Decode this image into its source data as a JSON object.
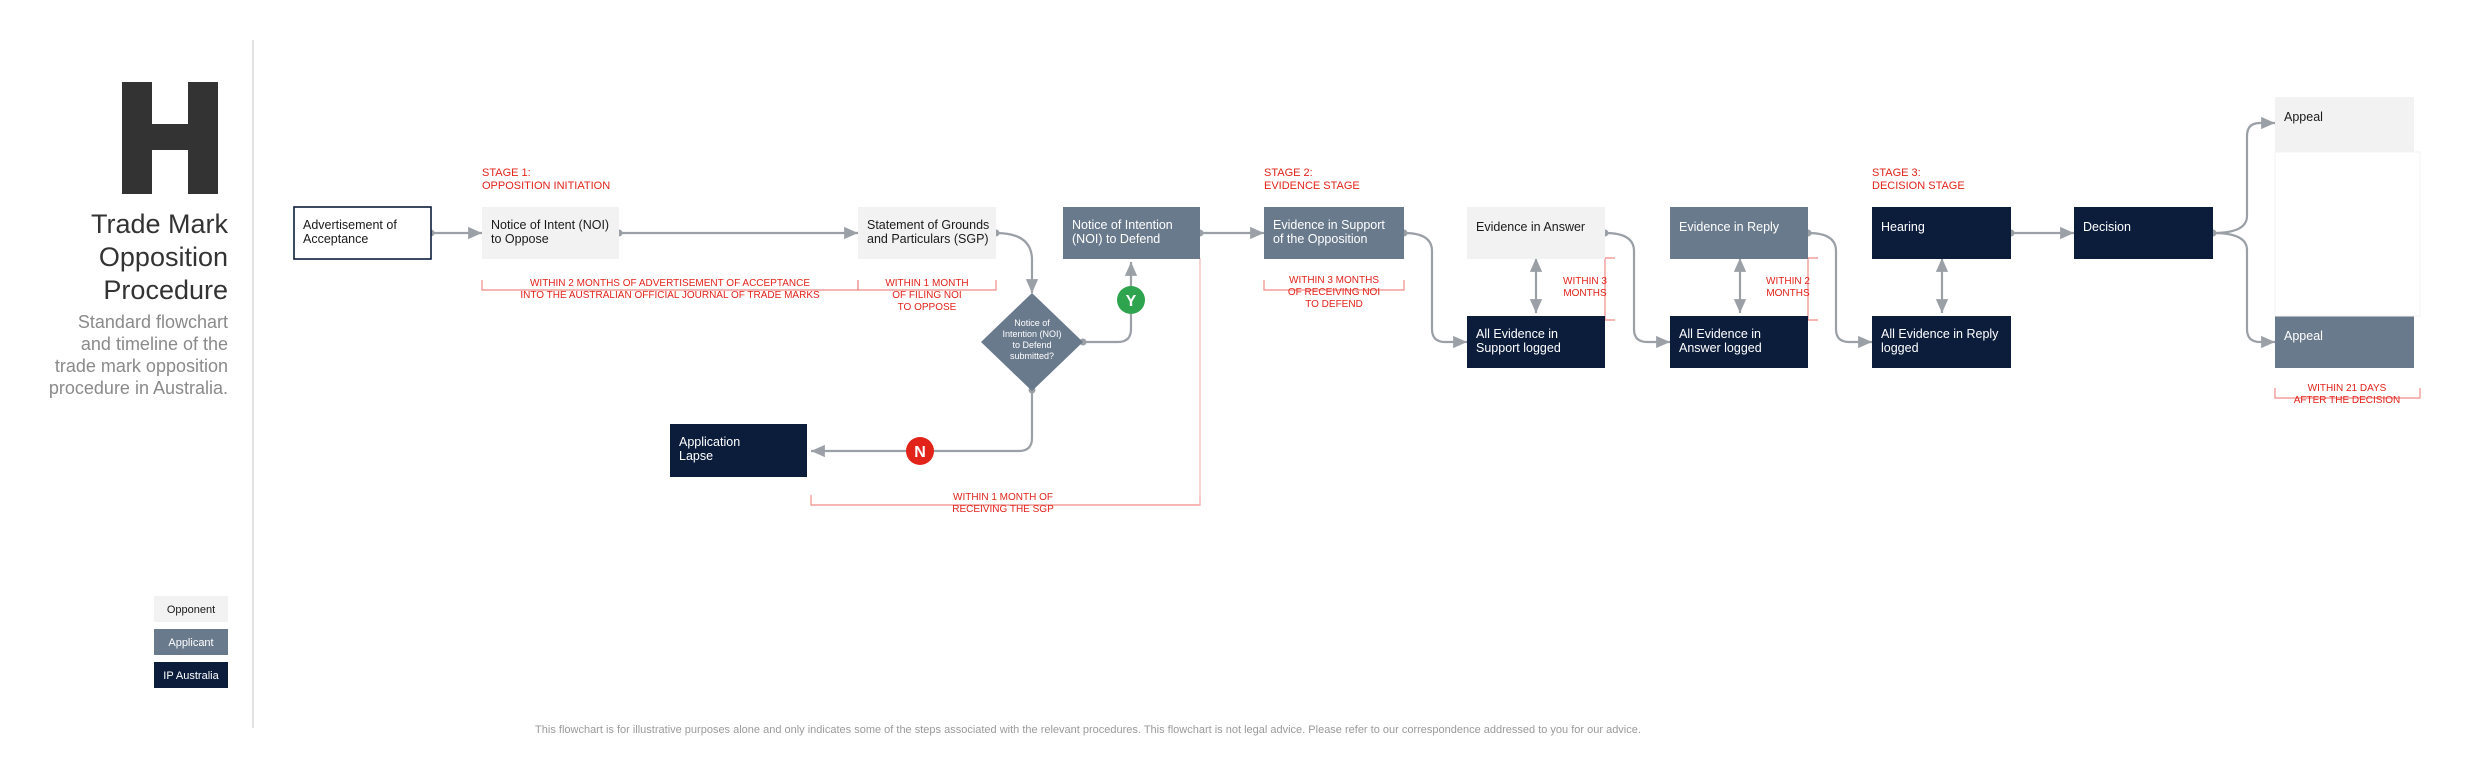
{
  "sidebar": {
    "letter": "H",
    "title_lines": [
      "Trade Mark",
      "Opposition",
      "Procedure"
    ],
    "subtitle_lines": [
      "Standard flowchart",
      "and timeline of the",
      "trade mark opposition",
      "procedure in Australia."
    ]
  },
  "legend": [
    {
      "label": "Opponent",
      "color": "#f2f2f2",
      "text_color": "#1a1a1a"
    },
    {
      "label": "Applicant",
      "color": "#6a7a8d",
      "text_color": "#ffffff"
    },
    {
      "label": "IP Australia",
      "color": "#0c1d3c",
      "text_color": "#ffffff"
    }
  ],
  "stages": [
    {
      "lines": [
        "STAGE 1:",
        "OPPOSITION INITIATION"
      ]
    },
    {
      "lines": [
        "STAGE 2:",
        "EVIDENCE STAGE"
      ]
    },
    {
      "lines": [
        "STAGE 3:",
        "DECISION STAGE"
      ]
    }
  ],
  "nodes": {
    "advertisement": {
      "lines": [
        "Advertisement of",
        "Acceptance"
      ]
    },
    "noi_oppose": {
      "lines": [
        "Notice of Intent (NOI)",
        "to Oppose"
      ]
    },
    "sgp": {
      "lines": [
        "Statement of Grounds",
        "and Particulars (SGP)"
      ]
    },
    "noi_defend": {
      "lines": [
        "Notice of Intention",
        "(NOI) to Defend"
      ]
    },
    "decision_diamond": {
      "lines": [
        "Notice of",
        "Intention (NOI)",
        "to Defend",
        "submitted?"
      ]
    },
    "lapse": {
      "lines": [
        "Application",
        "Lapse"
      ]
    },
    "evidence_support": {
      "lines": [
        "Evidence in Support",
        "of the Opposition"
      ]
    },
    "support_logged": {
      "lines": [
        "All Evidence in",
        "Support logged"
      ]
    },
    "evidence_answer": {
      "lines": [
        "Evidence in Answer"
      ]
    },
    "answer_logged": {
      "lines": [
        "All Evidence in",
        "Answer logged"
      ]
    },
    "evidence_reply": {
      "lines": [
        "Evidence in Reply"
      ]
    },
    "reply_logged": {
      "lines": [
        "All Evidence in Reply",
        "logged"
      ]
    },
    "hearing": {
      "lines": [
        "Hearing"
      ]
    },
    "decision": {
      "lines": [
        "Decision"
      ]
    },
    "appeal_opponent": {
      "lines": [
        "Appeal"
      ]
    },
    "appeal_applicant": {
      "lines": [
        "Appeal"
      ]
    }
  },
  "branches": {
    "yes": "Y",
    "no": "N"
  },
  "timelines": {
    "t1": {
      "lines": [
        "WITHIN 2 MONTHS OF ADVERTISEMENT OF ACCEPTANCE",
        "INTO THE AUSTRALIAN OFFICIAL JOURNAL OF TRADE MARKS"
      ]
    },
    "t2": {
      "lines": [
        "WITHIN 1 MONTH",
        "OF FILING NOI",
        "TO OPPOSE"
      ]
    },
    "t3": {
      "lines": [
        "WITHIN 1 MONTH OF",
        "RECEIVING THE SGP"
      ]
    },
    "t4": {
      "lines": [
        "WITHIN 3 MONTHS",
        "OF RECEIVING NOI",
        "TO DEFEND"
      ]
    },
    "t5": {
      "lines": [
        "WITHIN 3",
        "MONTHS"
      ]
    },
    "t6": {
      "lines": [
        "WITHIN 2",
        "MONTHS"
      ]
    },
    "t7": {
      "lines": [
        "WITHIN 21 DAYS",
        "AFTER THE DECISION"
      ]
    }
  },
  "footer": "This flowchart is for illustrative purposes alone and only indicates some of the steps associated with the relevant procedures. This flowchart is not legal advice. Please refer to our correspondence addressed to you for our advice.",
  "colors": {
    "opponent": "#f2f2f2",
    "applicant": "#6a7a8d",
    "ip_australia": "#0c1d3c",
    "timeline_red": "#e2231a",
    "yes_green": "#2ea44f",
    "no_red": "#e2231a",
    "connector": "#9aa0a6"
  }
}
